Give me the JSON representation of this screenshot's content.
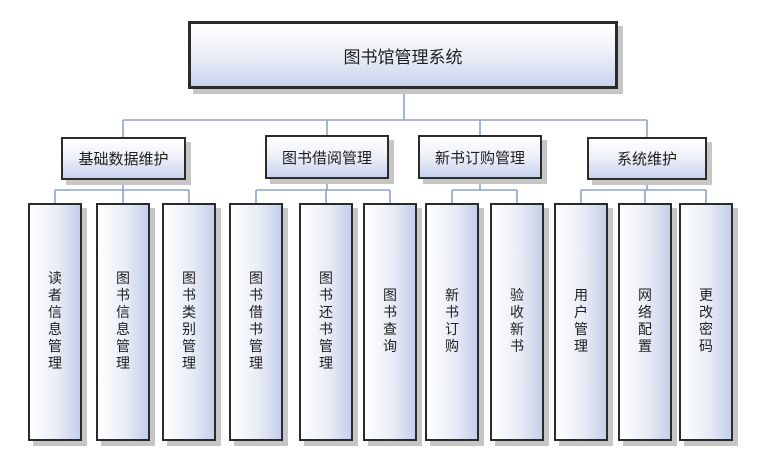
{
  "root": {
    "label": "图书馆管理系统"
  },
  "groups": [
    {
      "label": "基础数据维护",
      "items": [
        "读者信息管理",
        "图书信息管理",
        "图书类别管理"
      ]
    },
    {
      "label": "图书借阅管理",
      "items": [
        "图书借书管理",
        "图书还书管理",
        "图书查询"
      ]
    },
    {
      "label": "新书订购管理",
      "items": [
        "新书订购",
        "验收新书"
      ]
    },
    {
      "label": "系统维护",
      "items": [
        "用户管理",
        "网络配置",
        "更改密码"
      ]
    }
  ],
  "colors": {
    "connector": "#8da4c8",
    "border": "#2b2b2b",
    "fill_light": "#ffffff",
    "fill_dark": "#c9d3ec",
    "shadow": "#c6c6c6"
  }
}
